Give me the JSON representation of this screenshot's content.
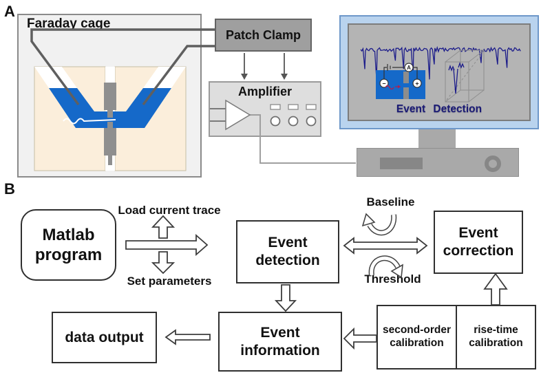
{
  "panel_a": {
    "label": "A",
    "faraday_cage_label": "Faraday cage",
    "patch_clamp_label": "Patch Clamp",
    "amplifier_label": "Amplifier",
    "monitor": {
      "caption": "Event Detection",
      "electrode_minus": "−",
      "electrode_plus": "+",
      "ammeter_label": "A"
    }
  },
  "panel_b": {
    "label": "B",
    "matlab_box": {
      "line1": "Matlab",
      "line2": "program"
    },
    "load_label": "Load current trace",
    "set_label": "Set parameters",
    "detection_box": {
      "line1": "Event",
      "line2": "detection"
    },
    "baseline_label": "Baseline",
    "threshold_label": "Threshold",
    "correction_box": {
      "line1": "Event",
      "line2": "correction"
    },
    "data_output_box": {
      "line1": "data output"
    },
    "information_box": {
      "line1": "Event",
      "line2": "information"
    },
    "second_order_box": {
      "line1": "second-order",
      "line2": "calibration"
    },
    "rise_time_box": {
      "line1": "rise-time",
      "line2": "calibration"
    }
  },
  "colors": {
    "electrolyte_blue": "#1569c9",
    "chamber_beige": "#fbeedb",
    "trace_navy": "#1b1b8a",
    "caption_navy": "#1b1b74",
    "monitor_bezel_blue": "#b9d3ee",
    "device_gray": "#a9a9a9",
    "patch_clamp_gray": "#9f9f9f",
    "dna_red": "#b02050"
  }
}
